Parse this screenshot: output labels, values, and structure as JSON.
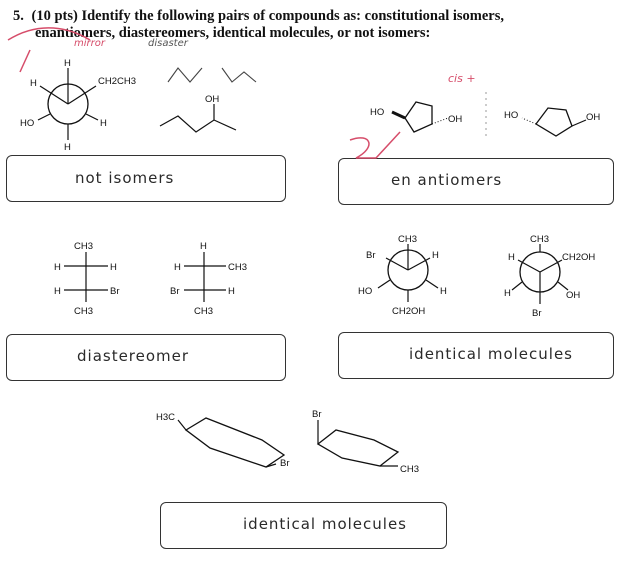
{
  "question": {
    "number": "5.",
    "points": "(10 pts)",
    "text_line1": "Identify the following pairs of compounds as: constitutional isomers,",
    "text_line2": "enantiomers, diastereomers, identical molecules, or not isomers:"
  },
  "annotations": {
    "mirror": "mirror",
    "disaster": "disaster",
    "cis": "cis +"
  },
  "pairs": [
    {
      "id": "pair1",
      "answer": "not isomers",
      "left_labels": {
        "top": "H",
        "upper_left": "H",
        "upper_right": "CH2CH3",
        "lower_left": "HO",
        "lower_right": "H",
        "bottom": "H"
      },
      "right_labels": {
        "oh": "OH"
      }
    },
    {
      "id": "pair2",
      "answer": "en antiomers",
      "left_labels": {
        "ho": "HO",
        "oh": "OH"
      },
      "right_labels": {
        "ho": "HO",
        "oh": "OH"
      }
    },
    {
      "id": "pair3",
      "answer": "diastereomer",
      "left_labels": {
        "top": "CH3",
        "r1_left": "H",
        "r1_right": "H",
        "r2_left": "H",
        "r2_right": "Br",
        "bottom": "CH3"
      },
      "right_labels": {
        "top": "H",
        "r1_left": "H",
        "r1_right": "CH3",
        "r2_left": "Br",
        "r2_right": "H",
        "bottom": "CH3"
      }
    },
    {
      "id": "pair4",
      "answer": "identical molecules",
      "left_labels": {
        "top": "CH3",
        "upper_left": "Br",
        "upper_right": "H",
        "lower_left": "HO",
        "lower_right": "H",
        "bottom": "CH2OH"
      },
      "right_labels": {
        "top": "CH3",
        "upper_left": "H",
        "upper_right": "CH2OH",
        "lower_left": "H",
        "lower_right": "OH",
        "bottom": "Br"
      }
    },
    {
      "id": "pair5",
      "answer": "identical molecules",
      "left_labels": {
        "h3c": "H3C",
        "br": "Br"
      },
      "right_labels": {
        "br": "Br",
        "ch3": "CH3"
      }
    }
  ]
}
